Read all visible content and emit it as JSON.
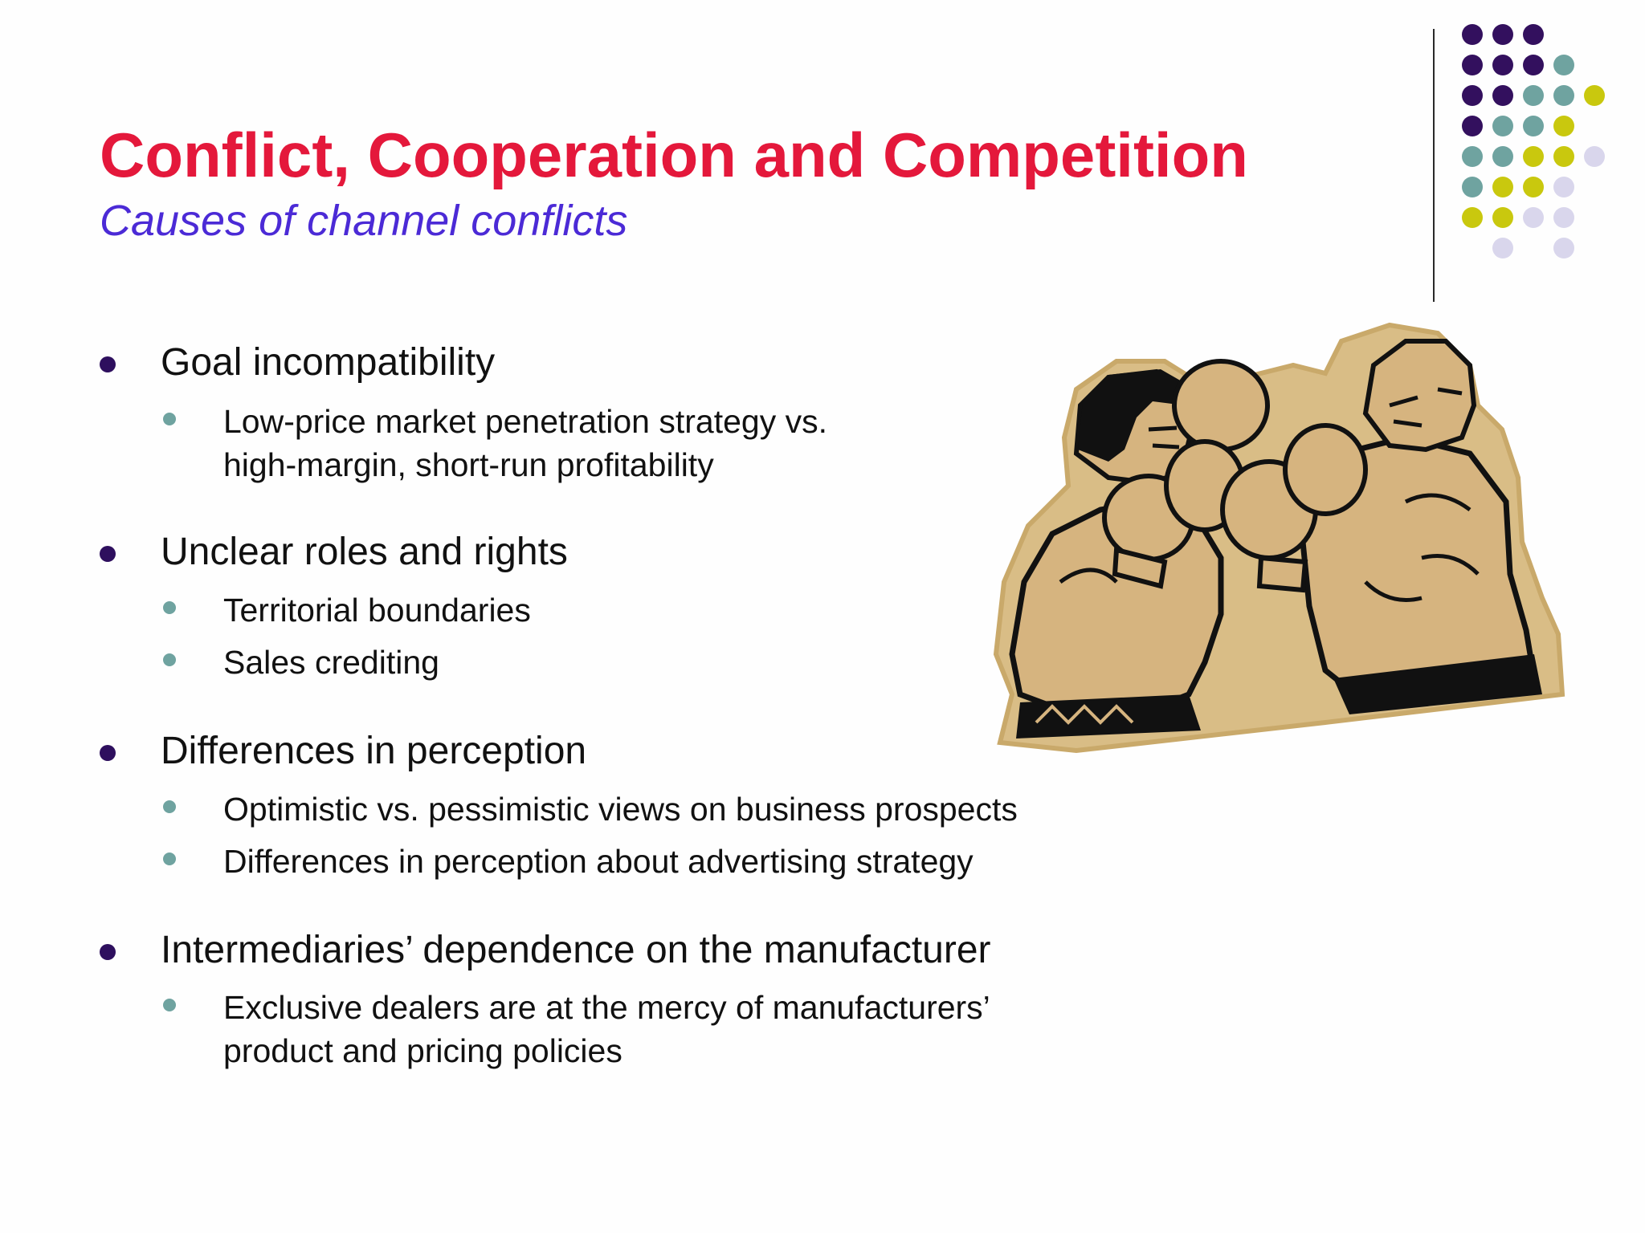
{
  "slide": {
    "title": "Conflict, Cooperation and Competition",
    "subtitle": "Causes of channel conflicts"
  },
  "bullets": [
    {
      "text": "Goal incompatibility",
      "sub": [
        "Low-price market penetration strategy vs.",
        "high-margin, short-run profitability"
      ]
    },
    {
      "text": "Unclear roles and rights",
      "sub": [
        "Territorial boundaries",
        "Sales crediting"
      ]
    },
    {
      "text": "Differences in perception",
      "sub": [
        "Optimistic vs. pessimistic views on business prospects",
        "Differences in perception about advertising strategy"
      ]
    },
    {
      "text": "Intermediaries’ dependence on the manufacturer",
      "sub": [
        "Exclusive dealers are at the mercy of manufacturers’",
        "product and pricing policies"
      ]
    }
  ],
  "illustration": "boxers-clipart",
  "colors": {
    "title": "#e4183b",
    "subtitle": "#4b2ad6",
    "bullet_primary": "#2e0f5e",
    "bullet_secondary": "#6fa3a0",
    "dot_purple": "#33105e",
    "dot_teal": "#6fa3a0",
    "dot_yellow": "#c9c80e",
    "dot_lavender": "#d9d6ec"
  }
}
